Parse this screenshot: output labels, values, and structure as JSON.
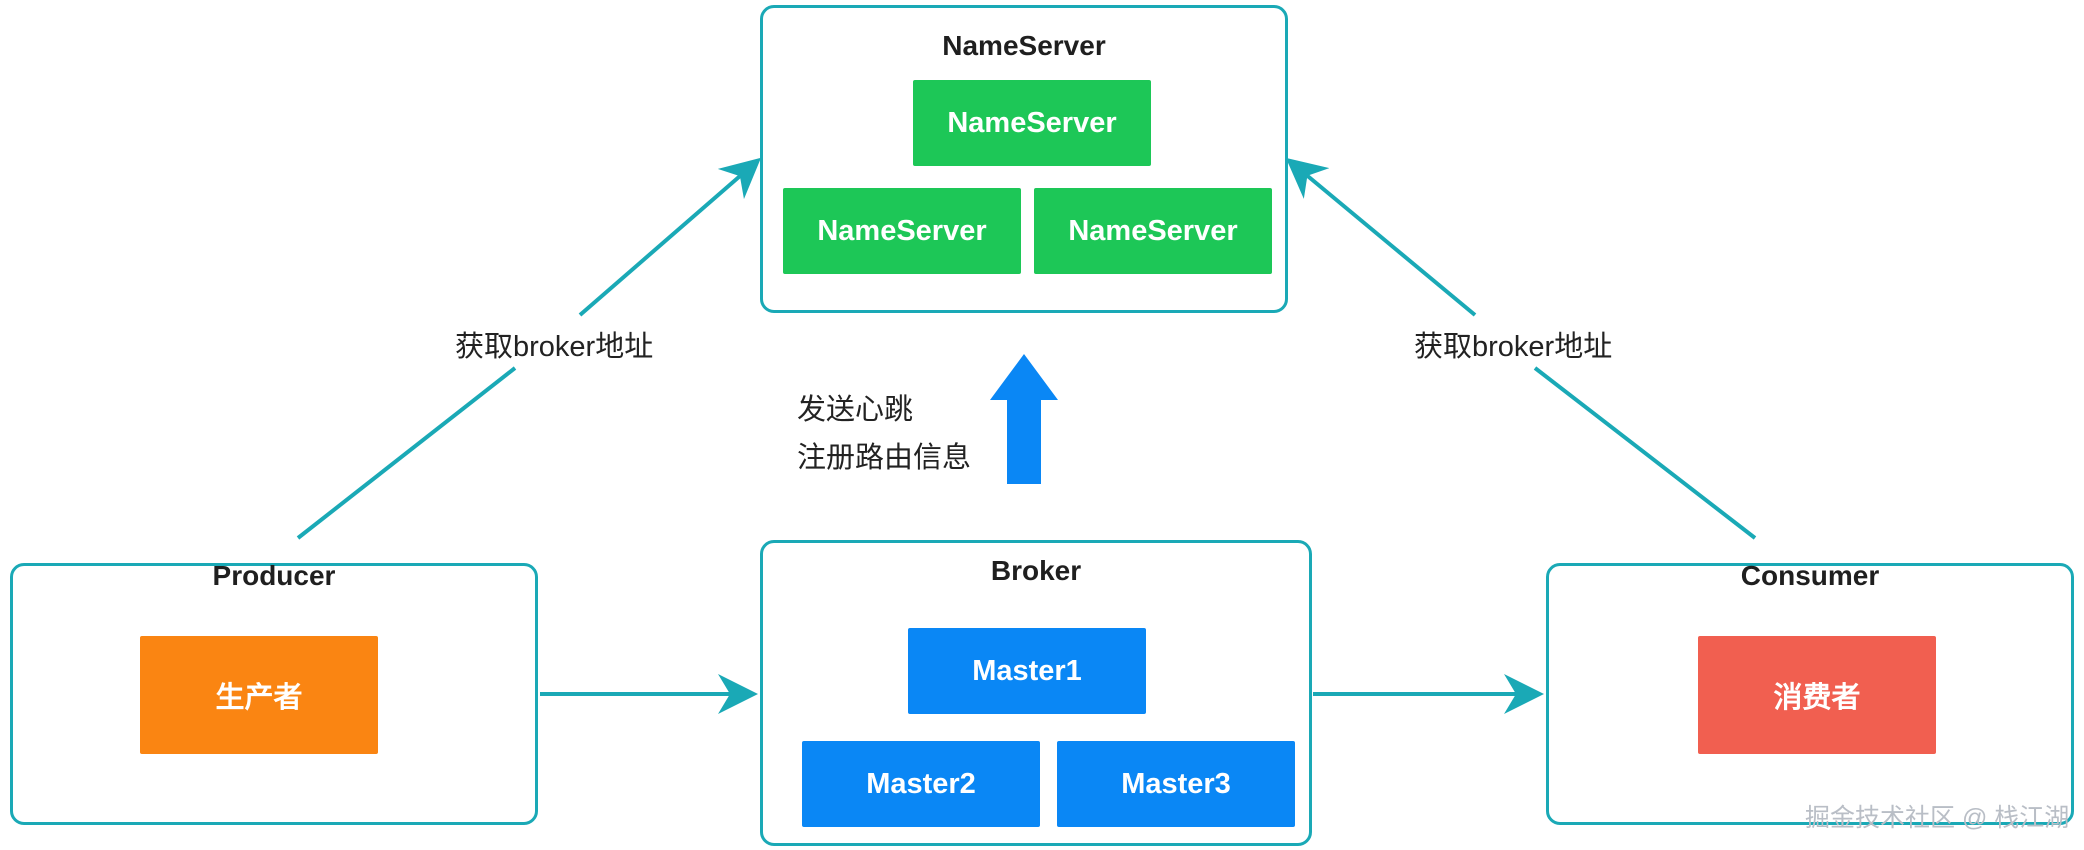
{
  "nameserver_panel": {
    "title": "NameServer",
    "boxes": [
      "NameServer",
      "NameServer",
      "NameServer"
    ]
  },
  "producer_panel": {
    "title": "Producer",
    "box": "生产者"
  },
  "broker_panel": {
    "title": "Broker",
    "boxes": [
      "Master1",
      "Master2",
      "Master3"
    ]
  },
  "consumer_panel": {
    "title": "Consumer",
    "box": "消费者"
  },
  "labels": {
    "producer_get": "获取broker地址",
    "consumer_get": "获取broker地址",
    "heartbeat": "发送心跳",
    "register": "注册路由信息"
  },
  "watermark": "掘金技术社区 @ 栈江湖",
  "colors": {
    "panel_border": "#1aa9b6",
    "nameserver_box": "#1dc757",
    "broker_box": "#0a87f5",
    "producer_box": "#fa8512",
    "consumer_box": "#f15f50",
    "heartbeat_arrow": "#0a87f5"
  }
}
